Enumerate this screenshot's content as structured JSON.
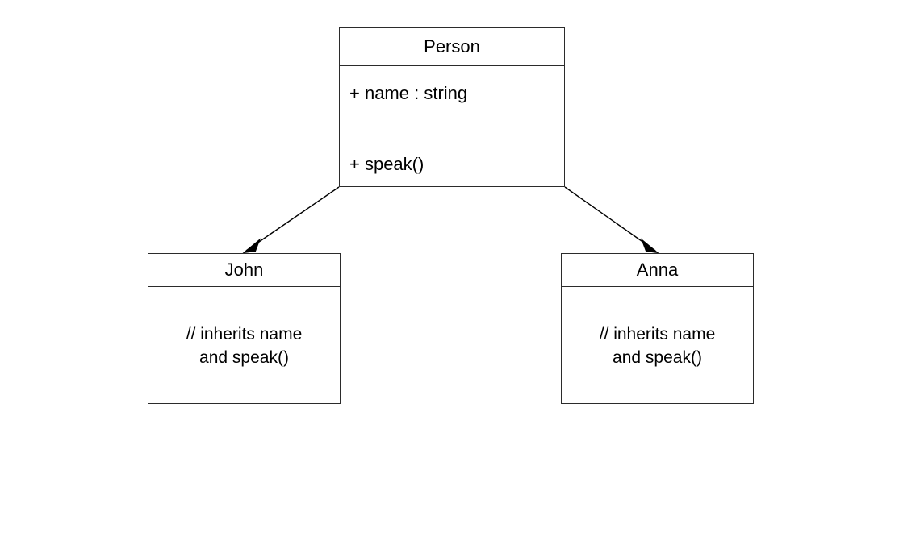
{
  "diagram": {
    "type": "uml-class-diagram",
    "background_color": "#ffffff",
    "line_color": "#000000",
    "border_color": "#2b2b2b",
    "text_color": "#000000",
    "classes": [
      {
        "id": "person",
        "name": "Person",
        "role": "superclass",
        "attributes": [
          "+ name : string"
        ],
        "operations": [
          "+ speak()"
        ]
      },
      {
        "id": "john",
        "name": "John",
        "role": "subclass",
        "note_lines": [
          "// inherits name",
          "and speak()"
        ]
      },
      {
        "id": "anna",
        "name": "Anna",
        "role": "subclass",
        "note_lines": [
          "// inherits name",
          "and speak()"
        ]
      }
    ],
    "relationships": [
      {
        "id": "person-to-john",
        "type": "generalization",
        "from": "Person",
        "to": "John",
        "arrow": "filled-triangle"
      },
      {
        "id": "person-to-anna",
        "type": "generalization",
        "from": "Person",
        "to": "Anna",
        "arrow": "filled-triangle"
      }
    ]
  }
}
